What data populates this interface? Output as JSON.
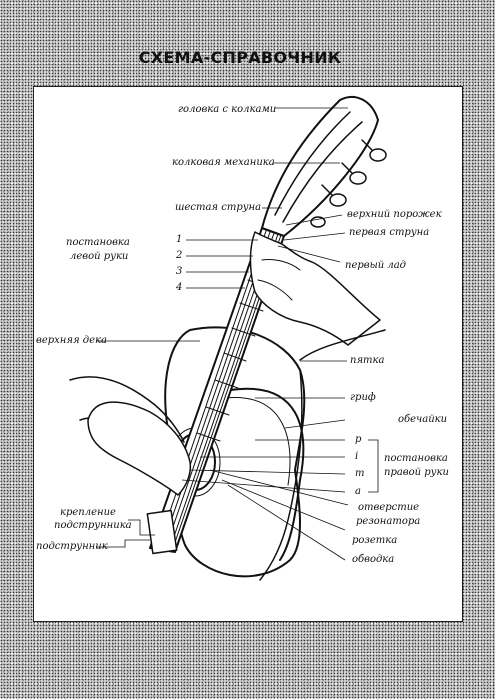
{
  "title": "СХЕМА-СПРАВОЧНИК",
  "labels": {
    "headstock": "головка с колками",
    "tuners": "колковая механика",
    "sixth_string": "шестая струна",
    "nut": "верхний порожек",
    "first_string": "первая струна",
    "left_hand_1": "постановка",
    "left_hand_2": "левой руки",
    "fret_first": "первый лад",
    "top": "верхняя дека",
    "heel": "пятка",
    "neck": "гриф",
    "sides": "обечайки",
    "right_hand_1": "постановка",
    "right_hand_2": "правой руки",
    "tie_1": "крепление",
    "tie_2": "подструнника",
    "tailpiece": "подструнник",
    "soundhole_1": "отверстие",
    "soundhole_2": "резонатора",
    "rosette": "розетка",
    "binding": "обводка"
  },
  "fingers_left": [
    "1",
    "2",
    "3",
    "4"
  ],
  "fingers_right": [
    "p",
    "i",
    "m",
    "a"
  ]
}
